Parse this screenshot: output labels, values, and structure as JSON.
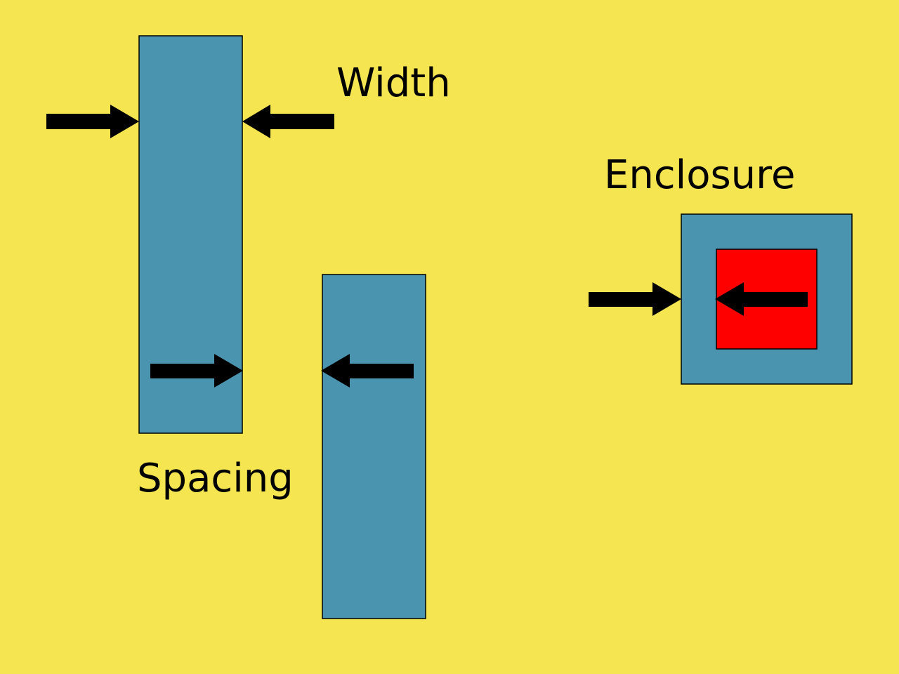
{
  "labels": {
    "width": "Width",
    "spacing": "Spacing",
    "enclosure": "Enclosure"
  },
  "colors": {
    "background": "#f5e550",
    "layer_shape": "#4a94b0",
    "inner_shape": "#ff0000",
    "arrow": "#000000",
    "outline": "#000000",
    "text": "#000000"
  },
  "icons": {
    "arrow": "right-arrow-icon / left-arrow-icon"
  }
}
